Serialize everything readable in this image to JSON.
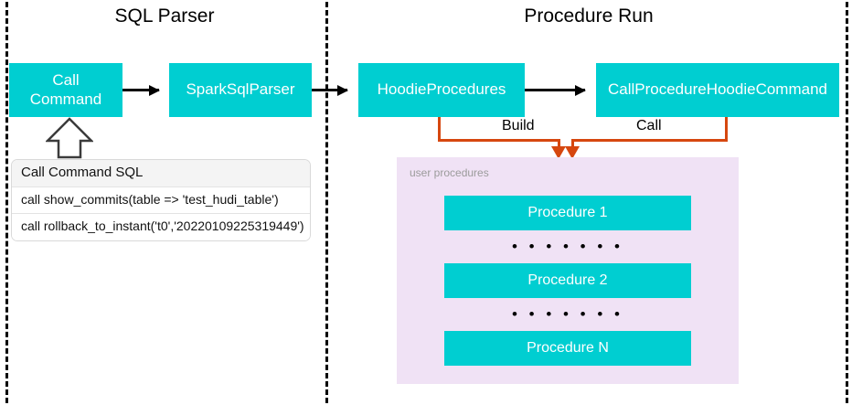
{
  "diagram": {
    "title_left": "SQL Parser",
    "title_right": "Procedure Run",
    "colors": {
      "box_fill": "#00CED1",
      "box_text": "#FFFFFF",
      "panel_fill": "#F0E2F5",
      "connector_orange": "#D6470F",
      "connector_black": "#000000",
      "separator_dash": "#000000"
    }
  },
  "nodes": {
    "call_command": "Call\nCommand",
    "spark_sql_parser": "SparkSqlParser",
    "hoodie_procedures": "HoodieProcedures",
    "call_procedure_hoodie_command": "CallProcedureHoodieCommand"
  },
  "edges": {
    "build_label": "Build",
    "call_label": "Call"
  },
  "sql_table": {
    "header": "Call Command SQL",
    "rows": [
      "call show_commits(table => 'test_hudi_table')",
      "call rollback_to_instant('t0','20220109225319449')"
    ]
  },
  "procedures_panel": {
    "caption": "user procedures",
    "items": [
      "Procedure 1",
      "Procedure 2",
      "Procedure N"
    ],
    "ellipsis": "• • • • • • •"
  }
}
